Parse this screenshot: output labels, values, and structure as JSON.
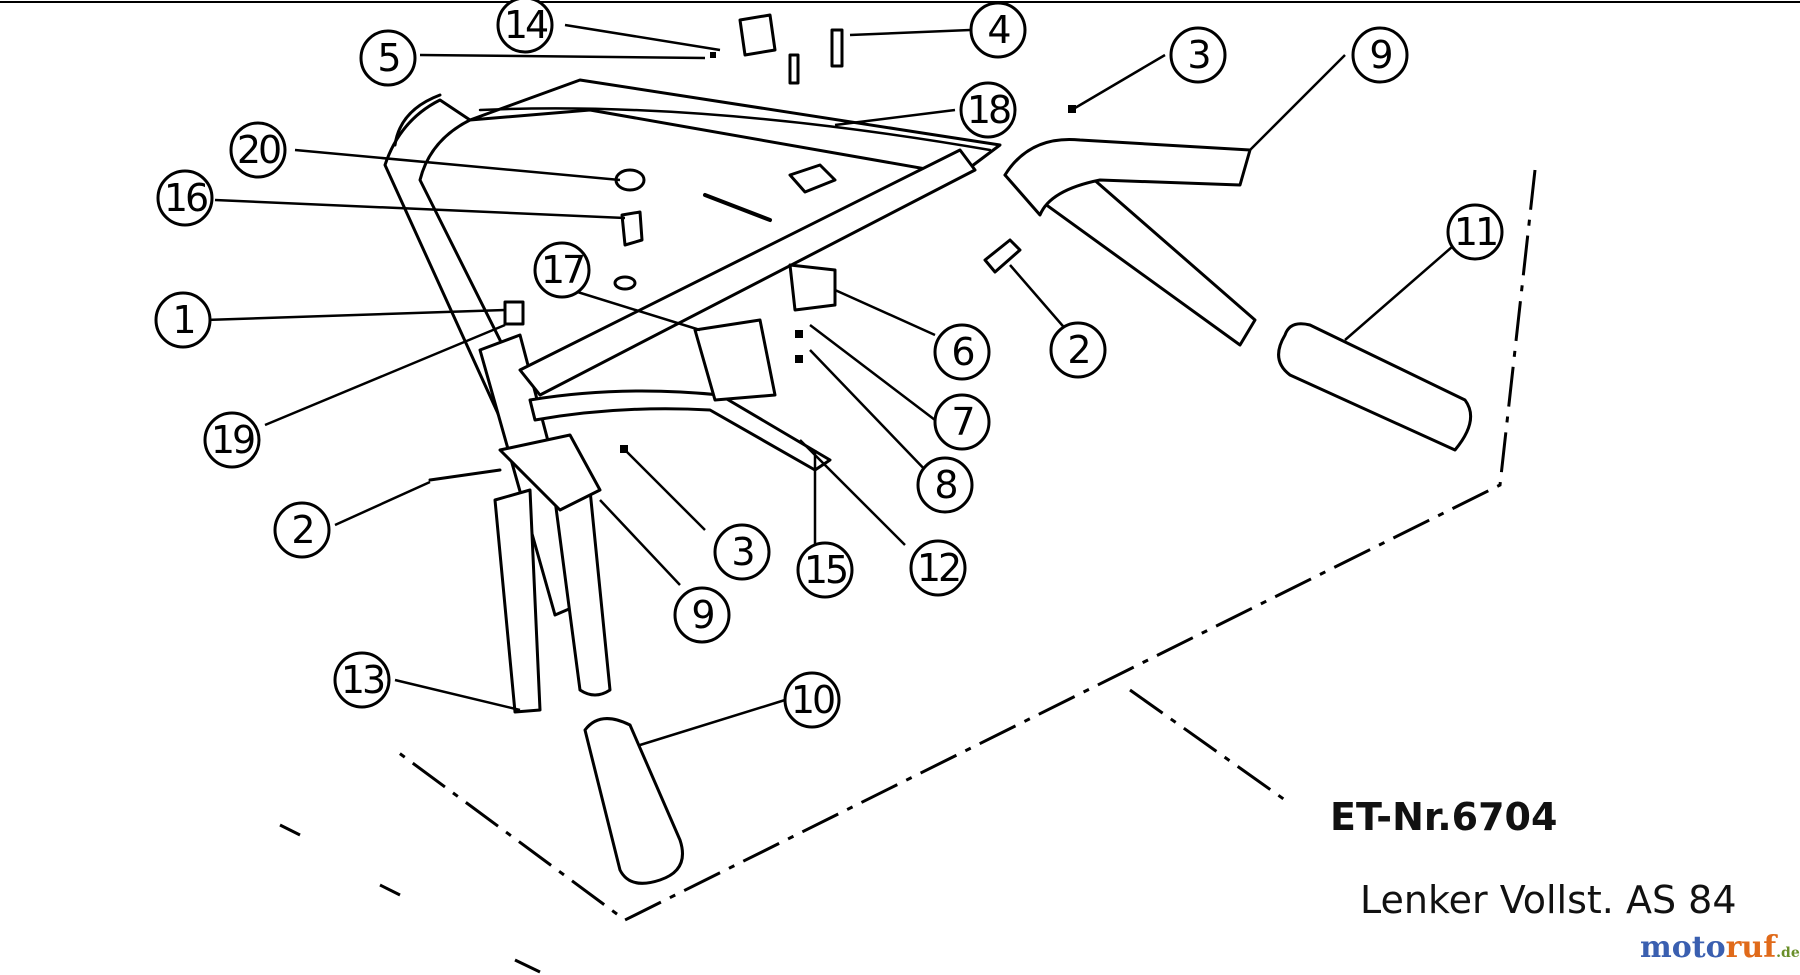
{
  "diagram": {
    "callouts": [
      "14",
      "4",
      "5",
      "3",
      "9",
      "18",
      "20",
      "16",
      "11",
      "17",
      "1",
      "2",
      "6",
      "7",
      "19",
      "8",
      "2",
      "3",
      "15",
      "12",
      "9",
      "13",
      "10"
    ],
    "caption": {
      "et_number": "ET-Nr.6704",
      "title": "Lenker Vollst. AS 84"
    },
    "watermark": {
      "part1": "moto",
      "part2": "ruf",
      "suffix": ".de"
    },
    "colors": {
      "line": "#000000",
      "background": "#ffffff",
      "watermark_blue": "#3a5fb0",
      "watermark_orange": "#e06a1a"
    }
  }
}
